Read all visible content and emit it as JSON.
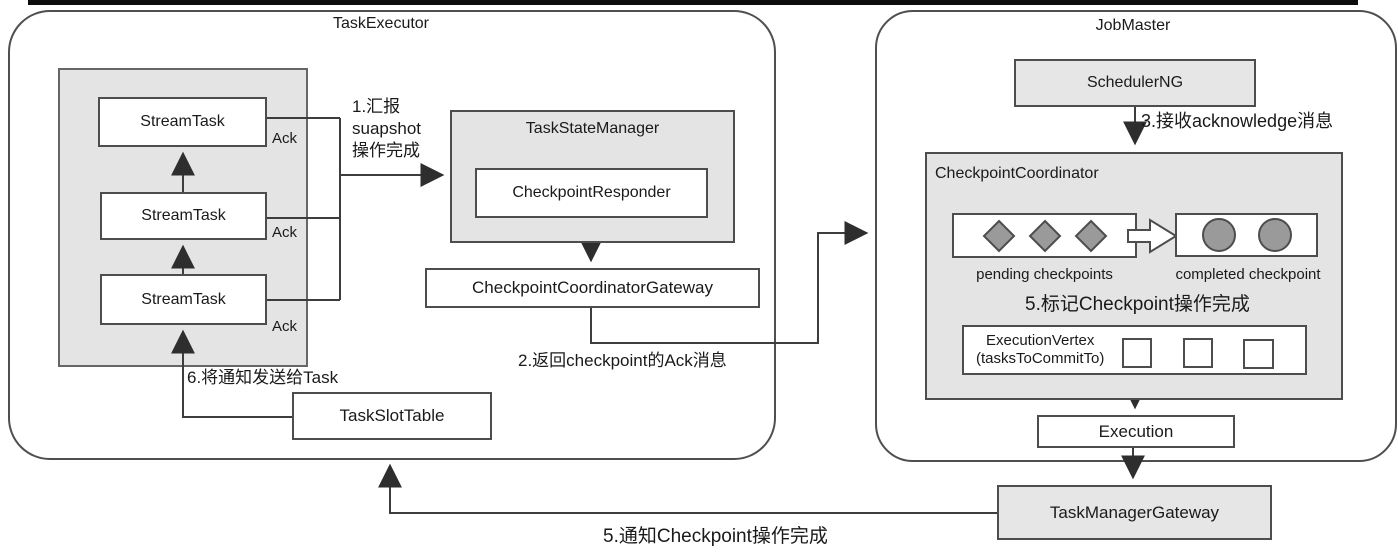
{
  "diagram": {
    "task_executor": {
      "title": "TaskExecutor",
      "stream_tasks": [
        "StreamTask",
        "StreamTask",
        "StreamTask"
      ],
      "ack_labels": [
        "Ack",
        "Ack",
        "Ack"
      ],
      "task_state_manager": {
        "title": "TaskStateManager",
        "checkpoint_responder": "CheckpointResponder"
      },
      "checkpoint_coordinator_gateway": "CheckpointCoordinatorGateway",
      "task_slot_table": "TaskSlotTable"
    },
    "job_master": {
      "title": "JobMaster",
      "scheduler_ng": "SchedulerNG",
      "checkpoint_coordinator": {
        "title": "CheckpointCoordinator",
        "pending_label": "pending checkpoints",
        "completed_label": "completed checkpoint",
        "mark_label": "5.标记Checkpoint操作完成",
        "execution_vertex_line1": "ExecutionVertex",
        "execution_vertex_line2": "(tasksToCommitTo)",
        "pending_count": 3,
        "completed_count": 2,
        "commit_slot_count": 3
      },
      "execution": "Execution"
    },
    "task_manager_gateway": "TaskManagerGateway",
    "flow_labels": {
      "step1_line1": "1.汇报",
      "step1_line2": "suapshot",
      "step1_line3": "操作完成",
      "step2": "2.返回checkpoint的Ack消息",
      "step3": "3.接收acknowledge消息",
      "step5_notify": "5.通知Checkpoint操作完成",
      "step6": "6.将通知发送给Task"
    },
    "colors": {
      "box_border": "#4d4d4d",
      "gray_fill": "#e6e6e6",
      "shape_fill": "#9a9a9a",
      "line": "#3d3d3d",
      "background": "#ffffff",
      "text": "#1a1a1a"
    }
  }
}
